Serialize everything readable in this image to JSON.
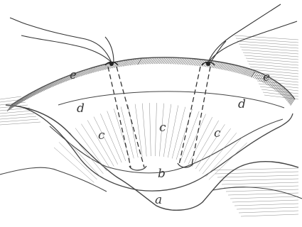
{
  "figure": {
    "labels": {
      "a": "a",
      "b": "b",
      "c_left": "c",
      "c_mid": "c",
      "c_right": "c",
      "d_left": "d",
      "d_right": "d",
      "e_left": "e",
      "e_right": "e"
    }
  }
}
